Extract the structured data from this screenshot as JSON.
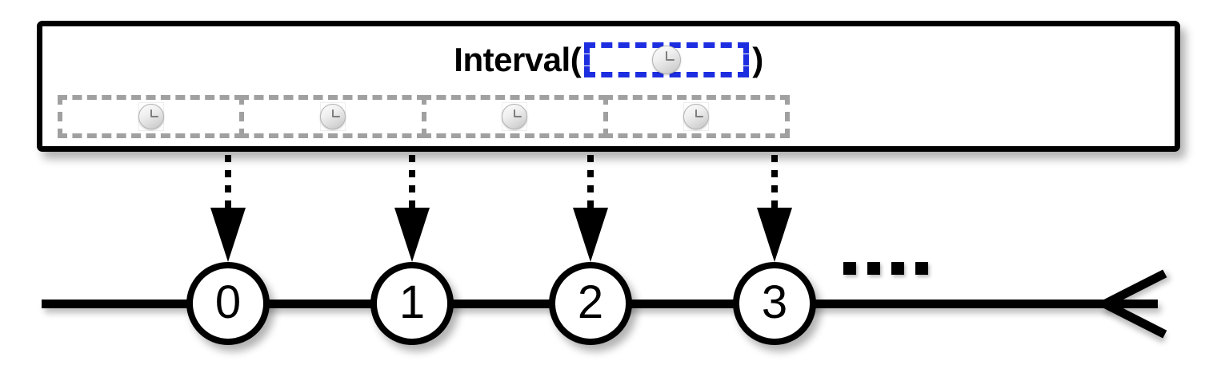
{
  "diagram": {
    "title_prefix": "Interval(",
    "title_suffix": ")",
    "accent_blue": "#1d2ee0",
    "dash_gray": "#a0a0a0",
    "stroke_black": "#000000",
    "background": "#ffffff",
    "argument": {
      "icon": "clock-icon",
      "label": ""
    },
    "gray_segments": [
      {
        "icon": "clock-icon"
      },
      {
        "icon": "clock-icon"
      },
      {
        "icon": "clock-icon"
      },
      {
        "icon": "clock-icon"
      }
    ],
    "drop_arrows": [
      {
        "target": "0"
      },
      {
        "target": "1"
      },
      {
        "target": "2"
      },
      {
        "target": "3"
      }
    ],
    "timeline": {
      "nodes": [
        {
          "label": "0"
        },
        {
          "label": "1"
        },
        {
          "label": "2"
        },
        {
          "label": "3"
        }
      ],
      "continuation": "....",
      "continuation_dots": 4,
      "arrow_direction": "right"
    }
  }
}
